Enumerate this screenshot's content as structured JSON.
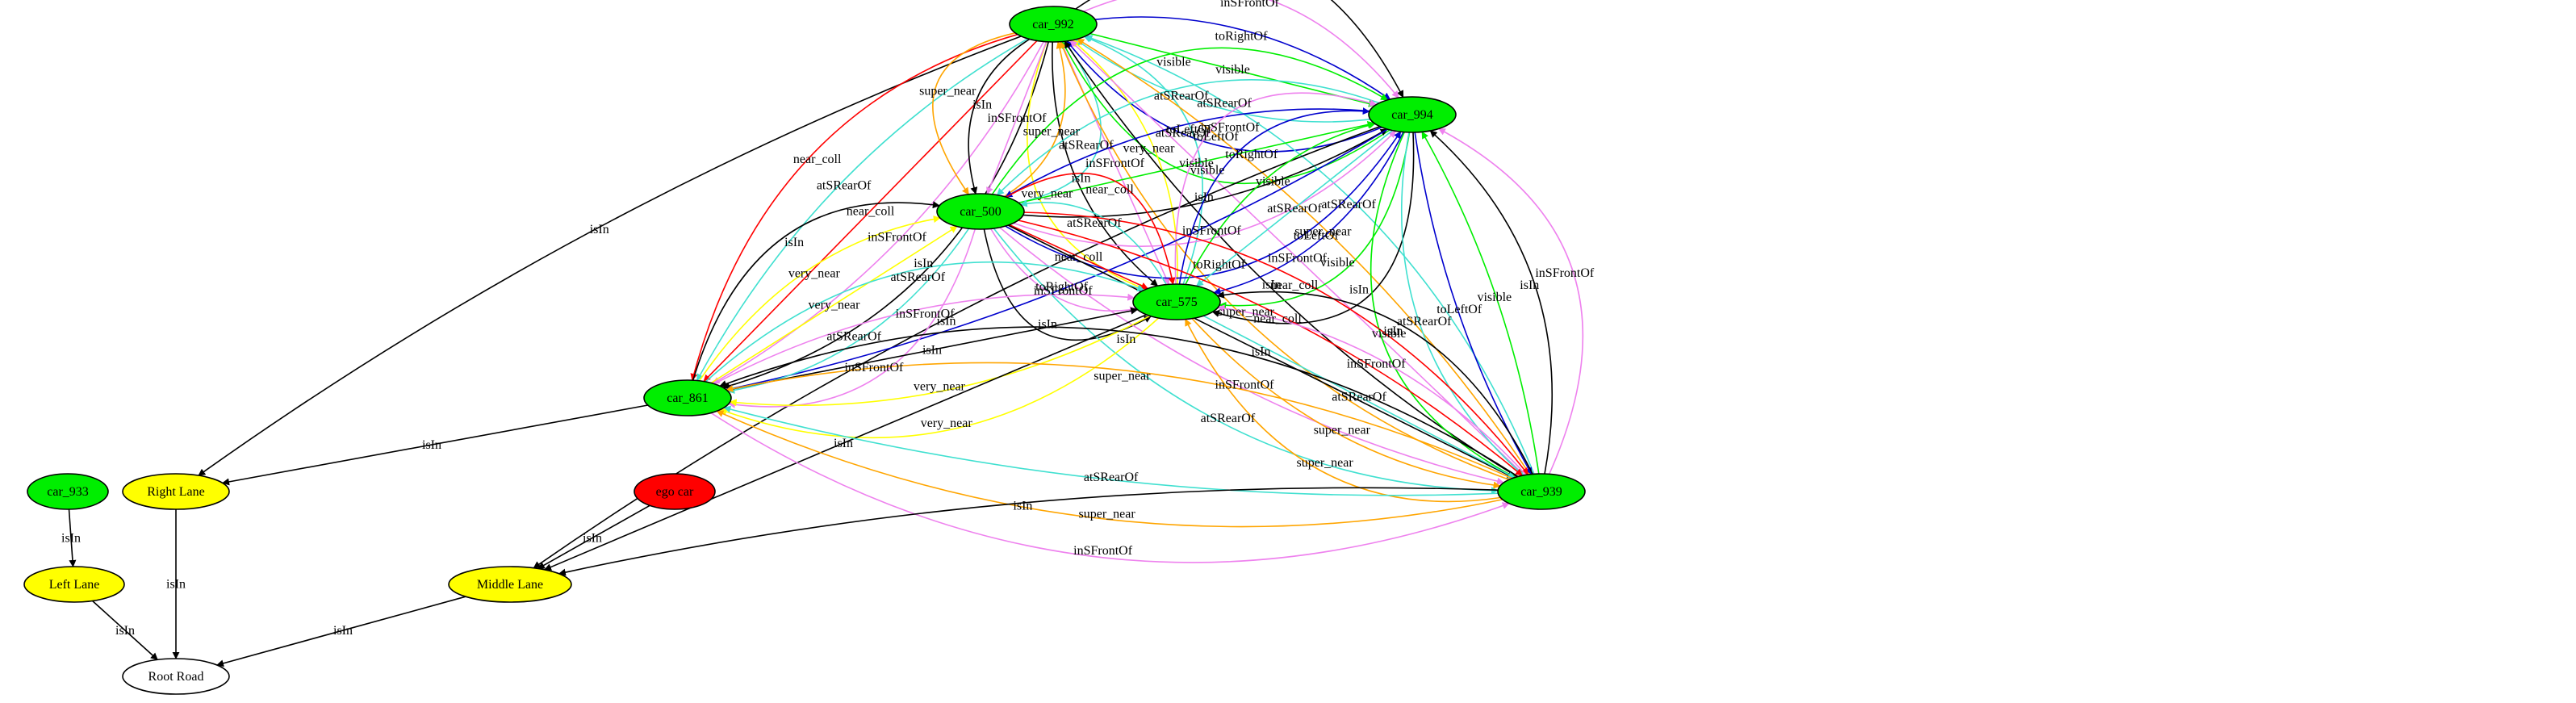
{
  "colors": {
    "car_node": "#00ee00",
    "lane_node": "#ffff00",
    "ego_node": "#ff0000",
    "root_node": "#ffffff",
    "isIn": "#000000",
    "inSFrontOf": "#ee82ee",
    "toRightOf": "#0000cd",
    "toLeftOf": "#0000cd",
    "visible": "#00ee00",
    "atSRearOf": "#40e0d0",
    "super_near": "#ffa500",
    "very_near": "#ffff00",
    "near_coll": "#ff0000"
  },
  "nodes": [
    {
      "id": "car_992",
      "label": "car_992",
      "kind": "car"
    },
    {
      "id": "car_994",
      "label": "car_994",
      "kind": "car"
    },
    {
      "id": "car_500",
      "label": "car_500",
      "kind": "car"
    },
    {
      "id": "car_575",
      "label": "car_575",
      "kind": "car"
    },
    {
      "id": "car_861",
      "label": "car_861",
      "kind": "car"
    },
    {
      "id": "car_939",
      "label": "car_939",
      "kind": "car"
    },
    {
      "id": "car_933",
      "label": "car_933",
      "kind": "car"
    },
    {
      "id": "ego_car",
      "label": "ego car",
      "kind": "ego"
    },
    {
      "id": "right_lane",
      "label": "Right Lane",
      "kind": "lane"
    },
    {
      "id": "left_lane",
      "label": "Left Lane",
      "kind": "lane"
    },
    {
      "id": "middle_lane",
      "label": "Middle Lane",
      "kind": "lane"
    },
    {
      "id": "root_road",
      "label": "Root Road",
      "kind": "root"
    }
  ],
  "edges": [
    {
      "from": "car_992",
      "to": "right_lane",
      "label": "isIn",
      "rel": "isIn"
    },
    {
      "from": "car_992",
      "to": "car_861",
      "label": "near_coll",
      "rel": "near_coll"
    },
    {
      "from": "car_992",
      "to": "car_861",
      "label": "atSRearOf",
      "rel": "atSRearOf"
    },
    {
      "from": "car_992",
      "to": "car_861",
      "label": "near_coll",
      "rel": "near_coll"
    },
    {
      "from": "car_992",
      "to": "car_861",
      "label": "inSFrontOf",
      "rel": "inSFrontOf"
    },
    {
      "from": "car_992",
      "to": "car_861",
      "label": "isIn",
      "rel": "isIn"
    },
    {
      "from": "car_992",
      "to": "car_575",
      "label": "very_near",
      "rel": "very_near"
    },
    {
      "from": "car_992",
      "to": "car_575",
      "label": "isIn",
      "rel": "isIn"
    },
    {
      "from": "car_992",
      "to": "car_575",
      "label": "inSFrontOf",
      "rel": "inSFrontOf"
    },
    {
      "from": "car_992",
      "to": "car_500",
      "label": "super_near",
      "rel": "super_near"
    },
    {
      "from": "car_992",
      "to": "car_500",
      "label": "isIn",
      "rel": "isIn"
    },
    {
      "from": "car_992",
      "to": "car_500",
      "label": "inSFrontOf",
      "rel": "inSFrontOf"
    },
    {
      "from": "car_500",
      "to": "car_992",
      "label": "super_near",
      "rel": "super_near"
    },
    {
      "from": "car_500",
      "to": "car_992",
      "label": "atSRearOf",
      "rel": "atSRearOf"
    },
    {
      "from": "car_992",
      "to": "car_994",
      "label": "isIn",
      "rel": "isIn"
    },
    {
      "from": "car_992",
      "to": "car_994",
      "label": "inSFrontOf",
      "rel": "inSFrontOf"
    },
    {
      "from": "car_992",
      "to": "car_994",
      "label": "toRightOf",
      "rel": "toRightOf"
    },
    {
      "from": "car_992",
      "to": "car_994",
      "label": "visible",
      "rel": "visible"
    },
    {
      "from": "car_994",
      "to": "car_992",
      "label": "atSRearOf",
      "rel": "atSRearOf"
    },
    {
      "from": "car_994",
      "to": "car_992",
      "label": "toLeftOf",
      "rel": "toLeftOf"
    },
    {
      "from": "car_994",
      "to": "car_992",
      "label": "visible",
      "rel": "visible"
    },
    {
      "from": "car_575",
      "to": "car_992",
      "label": "very_near",
      "rel": "very_near"
    },
    {
      "from": "car_575",
      "to": "car_992",
      "label": "atSRearOf",
      "rel": "atSRearOf"
    },
    {
      "from": "car_939",
      "to": "car_992",
      "label": "super_near",
      "rel": "super_near"
    },
    {
      "from": "car_939",
      "to": "car_992",
      "label": "isIn",
      "rel": "isIn"
    },
    {
      "from": "car_939",
      "to": "car_992",
      "label": "inSFrontOf",
      "rel": "inSFrontOf"
    },
    {
      "from": "car_939",
      "to": "car_992",
      "label": "super_near",
      "rel": "super_near"
    },
    {
      "from": "car_939",
      "to": "car_992",
      "label": "atSRearOf",
      "rel": "atSRearOf"
    },
    {
      "from": "car_994",
      "to": "middle_lane",
      "label": "isIn",
      "rel": "isIn"
    },
    {
      "from": "car_500",
      "to": "car_994",
      "label": "visible",
      "rel": "visible"
    },
    {
      "from": "car_994",
      "to": "car_500",
      "label": "atSRearOf",
      "rel": "atSRearOf"
    },
    {
      "from": "car_994",
      "to": "car_500",
      "label": "toLeftOf",
      "rel": "toLeftOf"
    },
    {
      "from": "car_500",
      "to": "car_994",
      "label": "visible",
      "rel": "visible"
    },
    {
      "from": "car_500",
      "to": "car_994",
      "label": "isIn",
      "rel": "isIn"
    },
    {
      "from": "car_500",
      "to": "car_994",
      "label": "inSFrontOf",
      "rel": "inSFrontOf"
    },
    {
      "from": "car_500",
      "to": "car_994",
      "label": "toRightOf",
      "rel": "toRightOf"
    },
    {
      "from": "car_575",
      "to": "car_994",
      "label": "inSFrontOf",
      "rel": "inSFrontOf"
    },
    {
      "from": "car_575",
      "to": "car_994",
      "label": "toRightOf",
      "rel": "toRightOf"
    },
    {
      "from": "car_575",
      "to": "car_994",
      "label": "visible",
      "rel": "visible"
    },
    {
      "from": "car_994",
      "to": "car_575",
      "label": "atSRearOf",
      "rel": "atSRearOf"
    },
    {
      "from": "car_994",
      "to": "car_575",
      "label": "toLeftOf",
      "rel": "toLeftOf"
    },
    {
      "from": "car_994",
      "to": "car_575",
      "label": "visible",
      "rel": "visible"
    },
    {
      "from": "car_994",
      "to": "car_575",
      "label": "isIn",
      "rel": "isIn"
    },
    {
      "from": "car_994",
      "to": "car_939",
      "label": "visible",
      "rel": "visible"
    },
    {
      "from": "car_994",
      "to": "car_939",
      "label": "atSRearOf",
      "rel": "atSRearOf"
    },
    {
      "from": "car_994",
      "to": "car_939",
      "label": "toLeftOf",
      "rel": "toLeftOf"
    },
    {
      "from": "car_939",
      "to": "car_994",
      "label": "visible",
      "rel": "visible"
    },
    {
      "from": "car_939",
      "to": "car_994",
      "label": "isIn",
      "rel": "isIn"
    },
    {
      "from": "car_939",
      "to": "car_994",
      "label": "inSFrontOf",
      "rel": "inSFrontOf"
    },
    {
      "from": "car_994",
      "to": "car_861",
      "label": "toRightOf",
      "rel": "toRightOf"
    },
    {
      "from": "car_500",
      "to": "car_575",
      "label": "near_coll",
      "rel": "near_coll"
    },
    {
      "from": "car_575",
      "to": "car_500",
      "label": "atSRearOf",
      "rel": "atSRearOf"
    },
    {
      "from": "car_500",
      "to": "car_575",
      "label": "near_coll",
      "rel": "near_coll"
    },
    {
      "from": "car_500",
      "to": "car_575",
      "label": "inSFrontOf",
      "rel": "inSFrontOf"
    },
    {
      "from": "car_500",
      "to": "car_575",
      "label": "isIn",
      "rel": "isIn"
    },
    {
      "from": "car_500",
      "to": "car_861",
      "label": "inSFrontOf",
      "rel": "inSFrontOf"
    },
    {
      "from": "car_500",
      "to": "car_861",
      "label": "atSRearOf",
      "rel": "atSRearOf"
    },
    {
      "from": "car_861",
      "to": "car_500",
      "label": "very_near",
      "rel": "very_near"
    },
    {
      "from": "car_861",
      "to": "car_500",
      "label": "very_near",
      "rel": "very_near"
    },
    {
      "from": "car_861",
      "to": "car_500",
      "label": "isIn",
      "rel": "isIn"
    },
    {
      "from": "car_500",
      "to": "car_939",
      "label": "near_coll",
      "rel": "near_coll"
    },
    {
      "from": "car_500",
      "to": "car_939",
      "label": "near_coll",
      "rel": "near_coll"
    },
    {
      "from": "car_500",
      "to": "car_939",
      "label": "isIn",
      "rel": "isIn"
    },
    {
      "from": "car_500",
      "to": "car_939",
      "label": "inSFrontOf",
      "rel": "inSFrontOf"
    },
    {
      "from": "car_500",
      "to": "car_939",
      "label": "atSRearOf",
      "rel": "atSRearOf"
    },
    {
      "from": "car_575",
      "to": "car_861",
      "label": "very_near",
      "rel": "very_near"
    },
    {
      "from": "car_575",
      "to": "car_861",
      "label": "very_near",
      "rel": "very_near"
    },
    {
      "from": "car_861",
      "to": "car_575",
      "label": "isIn",
      "rel": "isIn"
    },
    {
      "from": "car_861",
      "to": "car_575",
      "label": "inSFrontOf",
      "rel": "inSFrontOf"
    },
    {
      "from": "car_861",
      "to": "car_575",
      "label": "atSRearOf",
      "rel": "atSRearOf"
    },
    {
      "from": "car_575",
      "to": "middle_lane",
      "label": "isIn",
      "rel": "isIn"
    },
    {
      "from": "car_939",
      "to": "car_575",
      "label": "isIn",
      "rel": "isIn"
    },
    {
      "from": "car_939",
      "to": "car_575",
      "label": "inSFrontOf",
      "rel": "inSFrontOf"
    },
    {
      "from": "car_575",
      "to": "car_939",
      "label": "atSRearOf",
      "rel": "atSRearOf"
    },
    {
      "from": "car_575",
      "to": "car_939",
      "label": "super_near",
      "rel": "super_near"
    },
    {
      "from": "car_939",
      "to": "car_575",
      "label": "super_near",
      "rel": "super_near"
    },
    {
      "from": "car_861",
      "to": "right_lane",
      "label": "isIn",
      "rel": "isIn"
    },
    {
      "from": "car_939",
      "to": "car_861",
      "label": "isIn",
      "rel": "isIn"
    },
    {
      "from": "car_939",
      "to": "car_861",
      "label": "super_near",
      "rel": "super_near"
    },
    {
      "from": "car_939",
      "to": "car_861",
      "label": "atSRearOf",
      "rel": "atSRearOf"
    },
    {
      "from": "car_939",
      "to": "car_861",
      "label": "super_near",
      "rel": "super_near"
    },
    {
      "from": "car_861",
      "to": "car_939",
      "label": "inSFrontOf",
      "rel": "inSFrontOf"
    },
    {
      "from": "car_939",
      "to": "middle_lane",
      "label": "isIn",
      "rel": "isIn"
    },
    {
      "from": "car_933",
      "to": "left_lane",
      "label": "isIn",
      "rel": "isIn"
    },
    {
      "from": "ego_car",
      "to": "middle_lane",
      "label": "isIn",
      "rel": "isIn"
    },
    {
      "from": "right_lane",
      "to": "root_road",
      "label": "isIn",
      "rel": "isIn"
    },
    {
      "from": "left_lane",
      "to": "root_road",
      "label": "isIn",
      "rel": "isIn"
    },
    {
      "from": "middle_lane",
      "to": "root_road",
      "label": "isIn",
      "rel": "isIn"
    }
  ]
}
